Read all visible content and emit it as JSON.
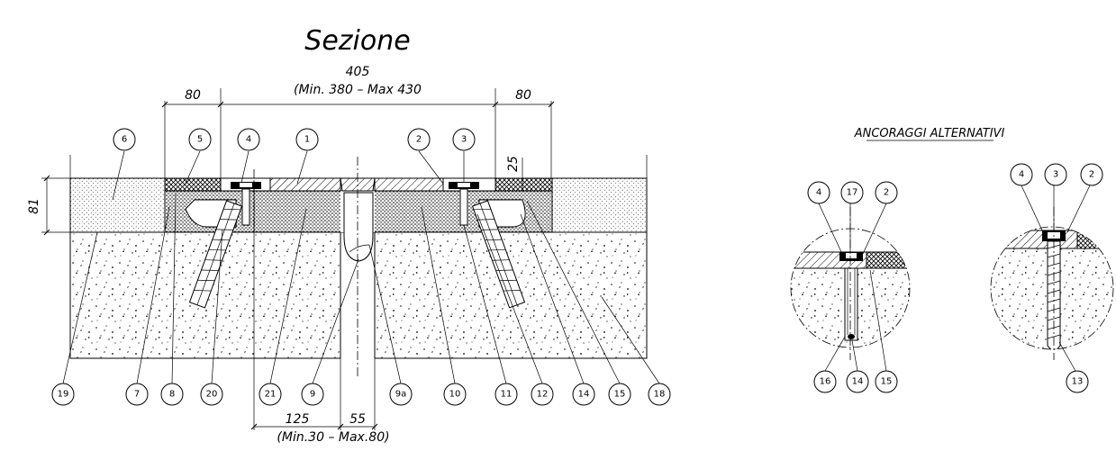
{
  "title": "Sezione",
  "alt_title": "ANCORAGGI ALTERNATIVI",
  "dimensions": {
    "total": "405",
    "total_range": "(Min. 380 – Max 430",
    "left_edge": "80",
    "right_edge": "80",
    "height": "81",
    "top_thickness": "25",
    "offset": "125",
    "gap": "55",
    "gap_range": "(Min.30 – Max.80)"
  },
  "main_top_labels": [
    "6",
    "5",
    "4",
    "1",
    "2",
    "3"
  ],
  "main_bottom_labels": [
    "19",
    "7",
    "8",
    "20",
    "21",
    "9",
    "9a",
    "10",
    "11",
    "12",
    "14",
    "15",
    "18"
  ],
  "detail1_top_labels": [
    "4",
    "17",
    "2"
  ],
  "detail1_bottom_labels": [
    "16",
    "14",
    "15"
  ],
  "detail2_top_labels": [
    "4",
    "3",
    "2"
  ],
  "detail2_bottom_labels": [
    "13"
  ],
  "colors": {
    "ink": "#000000",
    "paper": "#ffffff"
  }
}
